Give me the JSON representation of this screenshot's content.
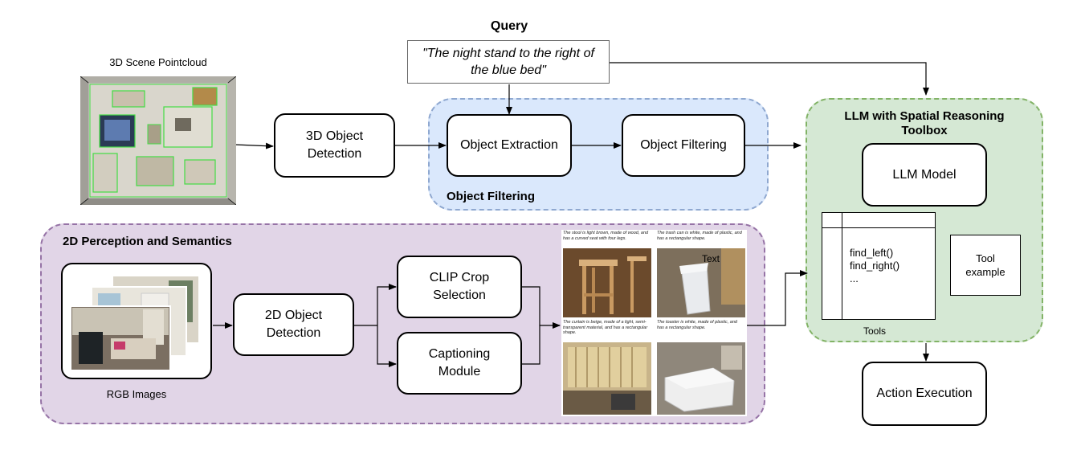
{
  "query": {
    "title": "Query",
    "text_line1": "\"The night stand to the right of",
    "text_line2": "the blue bed\""
  },
  "pointcloud": {
    "label": "3D Scene Pointcloud"
  },
  "detection3d": {
    "line1": "3D Object",
    "line2": "Detection"
  },
  "object_filtering_region": {
    "title": "Object Filtering",
    "extraction": "Object Extraction",
    "filtering": "Object Filtering"
  },
  "perception2d": {
    "title": "2D Perception and Semantics",
    "rgb_label": "RGB Images",
    "detection2d_line1": "2D Object",
    "detection2d_line2": "Detection",
    "clip_line1": "CLIP Crop",
    "clip_line2": "Selection",
    "caption_line1": "Captioning",
    "caption_line2": "Module"
  },
  "captions": {
    "stool": "The stool is light brown, made of wood, and has a curved seat with four legs.",
    "trashcan": "The trash can is white, made of plastic, and has a rectangular shape.",
    "curtain": "The curtain is beige, made of a light, semi-transparent material, and has a rectangular shape.",
    "toaster": "The toaster is white, made of plastic, and has a rectangular shape.",
    "overlay_text": "Text"
  },
  "llm": {
    "title_line1": "LLM with Spatial Reasoning",
    "title_line2": "Toolbox",
    "model": "LLM Model",
    "tools": [
      "find_left()",
      "find_right()",
      "..."
    ],
    "tools_label": "Tools",
    "tool_example_line1": "Tool",
    "tool_example_line2": "example"
  },
  "action": {
    "label": "Action Execution"
  },
  "colors": {
    "blue_region_fill": "#dae8fc",
    "blue_region_border": "#8fa8d0",
    "purple_region_fill": "#e1d5e7",
    "purple_region_border": "#9673a6",
    "green_region_fill": "#d5e8d4",
    "green_region_border": "#82b366",
    "pointcloud_green": "#44dd44"
  }
}
